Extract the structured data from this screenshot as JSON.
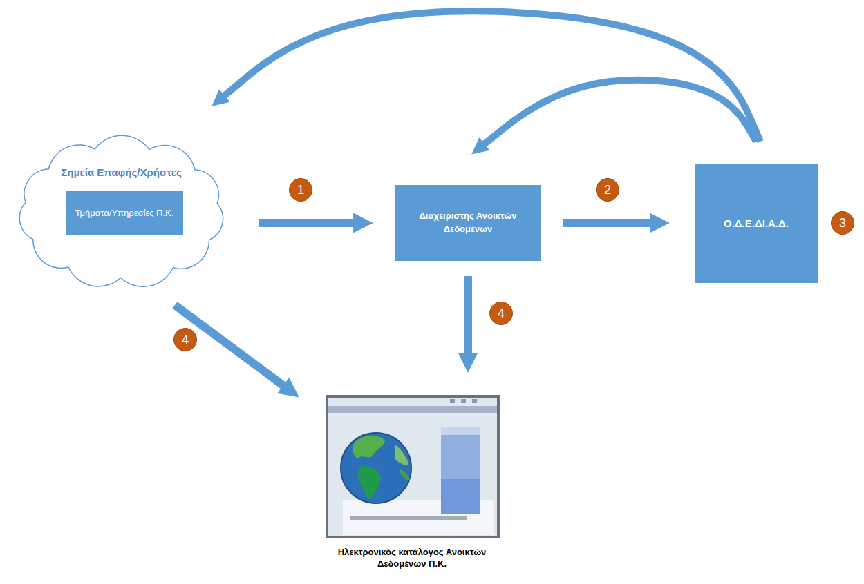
{
  "diagram": {
    "nodes": [
      {
        "text": [
          "Σημεία Επαφής/Χρήστες"
        ]
      },
      {
        "text": [
          "Τμήματα/Υπηρεσίες Π.Κ."
        ],
        "in": 0
      },
      {
        "text": [
          "Διαχειριστής Ανοικτών Δεδομένων"
        ]
      },
      {
        "text": [
          "Ο.Δ.Ε.ΔΙ.Α.Δ."
        ]
      },
      {
        "text": [
          "Ηλεκτρονικός κατάλογος Ανοικτών Δεδομένων Π.Κ."
        ]
      }
    ],
    "edges": [
      {
        "from": 0,
        "to": 2,
        "arrow": "to"
      },
      {
        "from": 2,
        "to": 3,
        "arrow": "to"
      },
      {
        "from": 3,
        "to": 2,
        "arrow": "to"
      },
      {
        "from": 3,
        "to": 0,
        "arrow": "to"
      },
      {
        "from": 0,
        "to": 4,
        "arrow": "to"
      },
      {
        "from": 2,
        "to": 4,
        "arrow": "to"
      }
    ],
    "labels": [
      "1",
      "2",
      "3",
      "4",
      "4"
    ]
  }
}
